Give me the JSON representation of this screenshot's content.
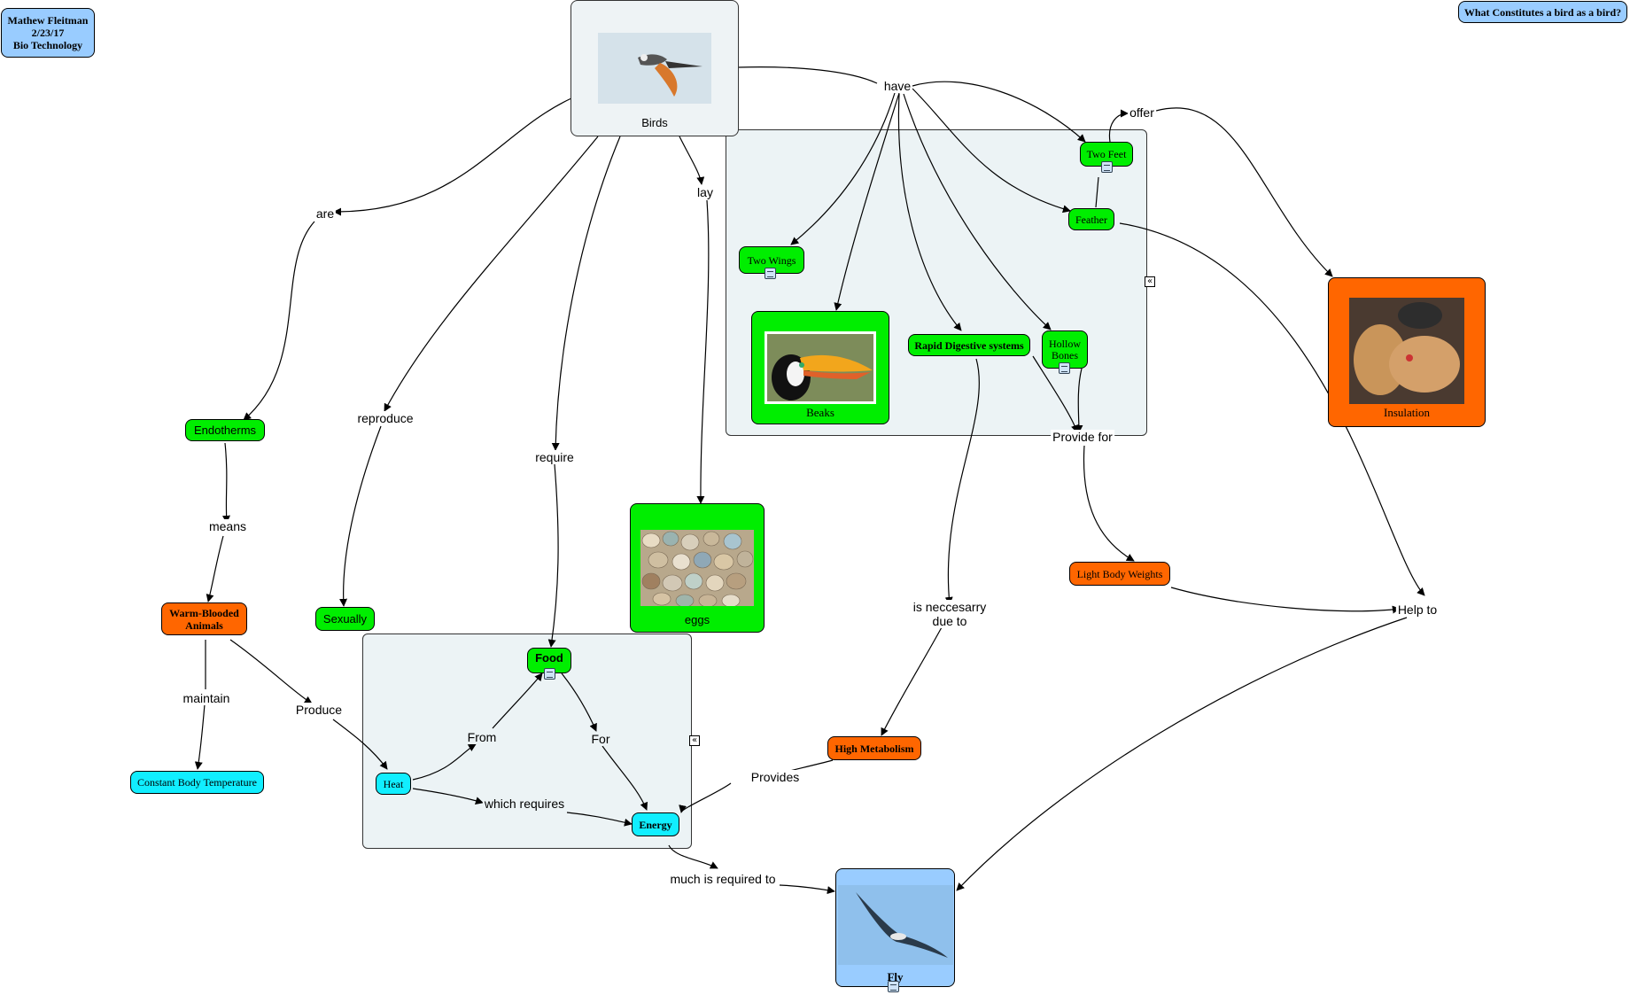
{
  "author_box": {
    "line1": "Mathew Fleitman",
    "line2": "2/23/17",
    "line3": "Bio Technology"
  },
  "question_box": "What Constitutes a bird as a bird?",
  "nodes": {
    "birds": "Birds",
    "two_feet": "Two Feet",
    "feather": "Feather",
    "two_wings": "Two Wings",
    "beaks": "Beaks",
    "rapid_digestive": "Rapid Digestive systems",
    "hollow_bones": "Hollow Bones",
    "insulation": "Insulation",
    "endotherms": "Endotherms",
    "warm_blooded": "Warm-Blooded Animals",
    "constant_temp": "Constant Body Temperature",
    "sexually": "Sexually",
    "eggs": "eggs",
    "food": "Food",
    "heat": "Heat",
    "energy": "Energy",
    "high_metabolism": "High Metabolism",
    "light_body": "Light Body Weights",
    "fly": "Fly"
  },
  "links": {
    "have": "have",
    "offer": "offer",
    "are": "are",
    "reproduce": "reproduce",
    "require": "require",
    "lay": "lay",
    "means": "means",
    "maintain": "maintain",
    "produce": "Produce",
    "from": "From",
    "for": "For",
    "which_requires": "which requires",
    "provide_for": "Provide for",
    "is_necessary": "is neccesarry due to",
    "provides": "Provides",
    "help_to": "Help to",
    "much_required": "much is required to"
  },
  "colors": {
    "green": "#00ee00",
    "orange": "#ff6600",
    "cyan": "#11eeff",
    "blue": "#99ccff",
    "group": "#ecf3f5"
  }
}
